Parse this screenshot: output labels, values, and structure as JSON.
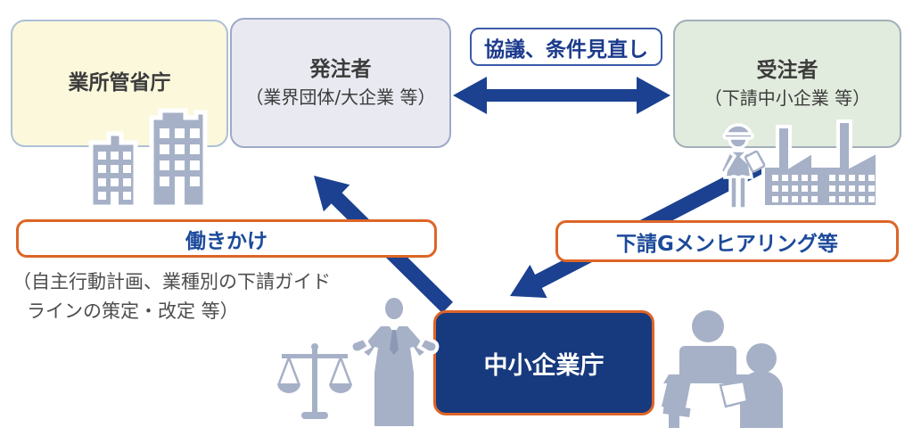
{
  "diagram": {
    "boxes": {
      "ministry": {
        "label": "業所管省庁"
      },
      "orderer": {
        "title": "発注者",
        "subtitle": "（業界団体/大企業 等）"
      },
      "contractor": {
        "title": "受注者",
        "subtitle": "（下請中小企業 等）"
      },
      "agency": {
        "label": "中小企業庁"
      }
    },
    "labels": {
      "negotiation": "協議、条件見直し",
      "outreach": "働きかけ",
      "outreach_note_line1": "（自主行動計画、業種別の下請ガイド",
      "outreach_note_line2": "ラインの策定・改定 等）",
      "gmen_hearing": "下請Gメンヒアリング等"
    },
    "arrows": [
      {
        "name": "negotiation-double-arrow",
        "between": [
          "発注者",
          "受注者"
        ],
        "direction": "both"
      },
      {
        "name": "outreach-arrow",
        "from": "中小企業庁",
        "to": "発注者",
        "direction": "up-left"
      },
      {
        "name": "gmen-hearing-arrow",
        "from": "受注者",
        "to": "中小企業庁",
        "direction": "down-left"
      }
    ],
    "icons": [
      "government-buildings-icon",
      "construction-worker-icon",
      "factory-icon",
      "justice-scales-icon",
      "businessman-icon",
      "interview-meeting-icon"
    ]
  },
  "colors": {
    "navy": "#1b4190",
    "agency-fill": "#17397d",
    "orange": "#dd6527",
    "label-blue": "#1c4a9b",
    "consult-text": "#1b3a8c",
    "consult-border": "#3b5ba9",
    "ministry-fill": "#fbf8dc",
    "ministry-border": "#aec0d6",
    "orderer-fill": "#e9eaf1",
    "orderer-border": "#9ea8c8",
    "contractor-fill": "#e2ecde",
    "contractor-border": "#a2afb8",
    "icon-gray": "#a6b1c7",
    "dark-text": "#3c3c3c",
    "note-text": "#4d4d4d"
  }
}
